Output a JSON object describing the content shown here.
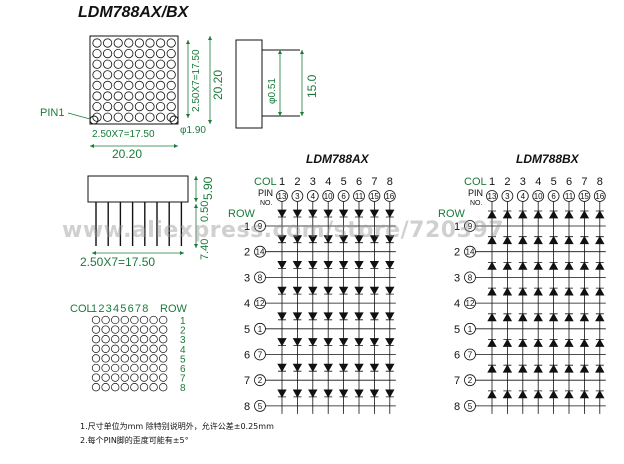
{
  "title": "LDM788AX/BX",
  "pin1_label": "PIN1",
  "dims": {
    "side_v": "2.50X7=17.50",
    "side_total_v": "20.20",
    "dot_dia": "φ0.51",
    "height": "15.0",
    "bottom_h": "2.50X7=17.50",
    "pad_dia": "φ1.90",
    "bottom_total": "20.20",
    "pin_len": "7.40",
    "pin_pitch": "0.50",
    "body_h": "5.90",
    "pin_span": "2.50X7=17.50"
  },
  "small_matrix": {
    "col_label": "COL",
    "cols": "12345678",
    "row_label": "ROW",
    "rows": [
      "1",
      "2",
      "3",
      "4",
      "5",
      "6",
      "7",
      "8"
    ]
  },
  "schematics": [
    {
      "title": "LDM788AX",
      "col_label": "COL",
      "pin_label": "PIN",
      "no_label": "NO.",
      "row_label": "ROW",
      "cols": [
        "1",
        "2",
        "3",
        "4",
        "5",
        "6",
        "7",
        "8"
      ],
      "col_pins": [
        "13",
        "3",
        "4",
        "10",
        "6",
        "11",
        "15",
        "16"
      ],
      "rows": [
        "1",
        "2",
        "3",
        "4",
        "5",
        "6",
        "7",
        "8"
      ],
      "row_pins": [
        "9",
        "14",
        "8",
        "12",
        "1",
        "7",
        "2",
        "5"
      ]
    },
    {
      "title": "LDM788BX",
      "col_label": "COL",
      "pin_label": "PIN",
      "no_label": "NO.",
      "row_label": "ROW",
      "cols": [
        "1",
        "2",
        "3",
        "4",
        "5",
        "6",
        "7",
        "8"
      ],
      "col_pins": [
        "13",
        "3",
        "4",
        "10",
        "6",
        "11",
        "15",
        "16"
      ],
      "rows": [
        "1",
        "2",
        "3",
        "4",
        "5",
        "6",
        "7",
        "8"
      ],
      "row_pins": [
        "9",
        "14",
        "8",
        "12",
        "1",
        "7",
        "2",
        "5"
      ]
    }
  ],
  "notes": [
    "1.尺寸单位为mm  除特别说明外，允许公差±0.25mm",
    "2.每个PIN脚的歪度可能有±5°"
  ],
  "watermark": "www.aliexpress.com/store/720397",
  "colors": {
    "dim": "#1a7a3a",
    "ink": "#111111"
  }
}
